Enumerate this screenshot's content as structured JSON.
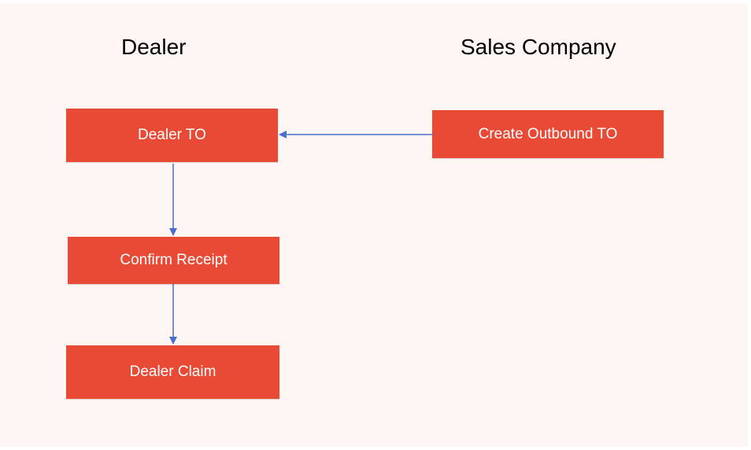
{
  "lanes": {
    "dealer": "Dealer",
    "sales_company": "Sales Company"
  },
  "nodes": {
    "dealer_to": "Dealer TO",
    "create_outbound_to": "Create Outbound TO",
    "confirm_receipt": "Confirm Receipt",
    "dealer_claim": "Dealer Claim"
  },
  "colors": {
    "node_fill": "#e84a36",
    "node_text": "#ffffff",
    "arrow": "#4a6fd1",
    "background": "#fdf6f3"
  },
  "edges": [
    {
      "from": "create_outbound_to",
      "to": "dealer_to"
    },
    {
      "from": "dealer_to",
      "to": "confirm_receipt"
    },
    {
      "from": "confirm_receipt",
      "to": "dealer_claim"
    }
  ]
}
